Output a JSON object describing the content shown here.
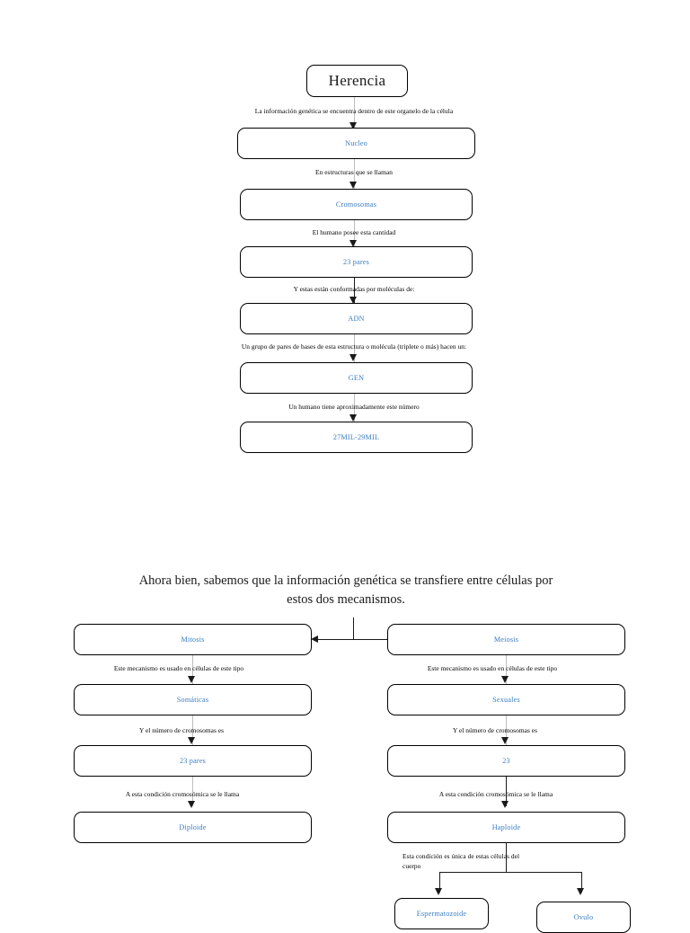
{
  "document": {
    "title": "Herencia"
  },
  "flow_top": {
    "root": {
      "label": "Herencia"
    },
    "edges": [
      {
        "text": "La información genética se encuentra dentro de este organelo de la célula"
      },
      {
        "text": "En estructuras que se llaman"
      },
      {
        "text": "El humano posee esta cantidad"
      },
      {
        "text": "Y estas están conformadas por moléculas de:"
      },
      {
        "text": "Un grupo de pares de bases de esta estructura o molécula (triplete o más) hacen un:"
      },
      {
        "text": "Un humano tiene aproximadamente este número"
      }
    ],
    "nodes": [
      {
        "label": "Nucleo"
      },
      {
        "label": "Cromosomas"
      },
      {
        "label": "23 pares"
      },
      {
        "label": "ADN"
      },
      {
        "label": "GEN"
      },
      {
        "label": "27MIL-29MIL"
      }
    ]
  },
  "section": {
    "heading": "Ahora bien, sabemos que la información genética se transfiere entre células por estos dos mecanismos."
  },
  "flow_left": {
    "root": {
      "label": "Mitosis"
    },
    "edges": [
      {
        "text": "Este mecanismo es usado en células de este tipo"
      },
      {
        "text": "Y el número de cromosomas es"
      },
      {
        "text": "A esta condición cromosómica se le llama"
      }
    ],
    "nodes": [
      {
        "label": "Somáticas"
      },
      {
        "label": "23 pares"
      },
      {
        "label": "Diploide"
      }
    ]
  },
  "flow_right": {
    "root": {
      "label": "Meiosis"
    },
    "edges": [
      {
        "text": "Este mecanismo es usado en células de este tipo"
      },
      {
        "text": "Y el número de cromosomas es"
      },
      {
        "text": "A esta condición cromosómica se le llama"
      },
      {
        "text": "Esta condición es única de estas células del cuerpo"
      }
    ],
    "nodes": [
      {
        "label": "Sexuales"
      },
      {
        "label": "23"
      },
      {
        "label": "Haploide"
      }
    ],
    "branch_nodes": [
      {
        "label": "Espermatozoide"
      },
      {
        "label": "Ovulo"
      }
    ]
  },
  "colors": {
    "node_text": "#3a7cc0",
    "edge_text": "#000000",
    "border": "#000000",
    "connector_light": "#bdbdbd",
    "connector_dark": "#1a1a1a",
    "background": "#ffffff"
  }
}
